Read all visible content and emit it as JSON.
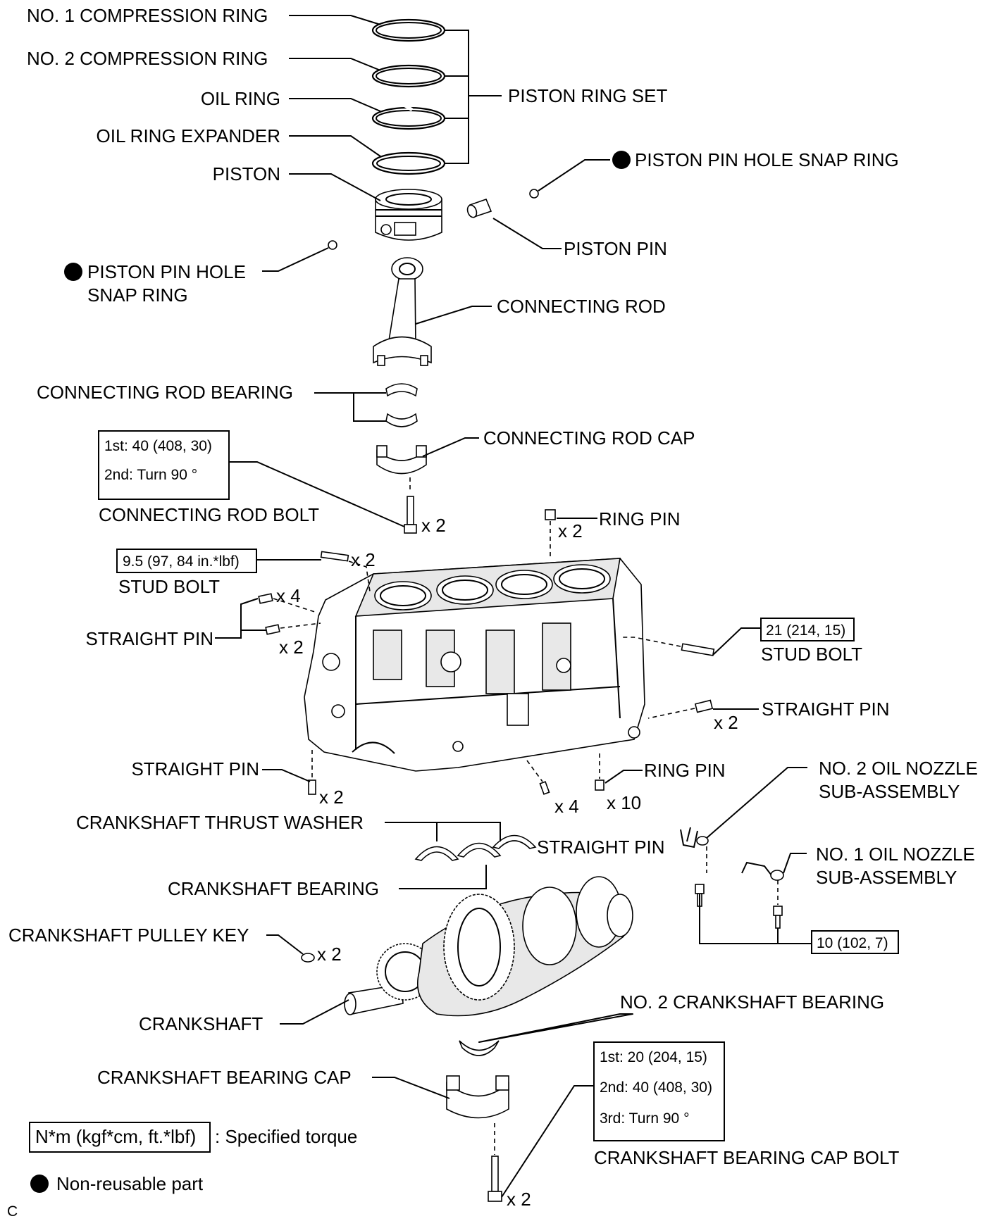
{
  "labels": {
    "no1_compression_ring": "NO. 1 COMPRESSION RING",
    "no2_compression_ring": "NO. 2 COMPRESSION RING",
    "oil_ring": "OIL RING",
    "oil_ring_expander": "OIL RING EXPANDER",
    "piston": "PISTON",
    "piston_ring_set": "PISTON RING SET",
    "snap_ring_right": "PISTON PIN HOLE SNAP RING",
    "piston_pin": "PISTON PIN",
    "snap_ring_left_1": "PISTON PIN HOLE",
    "snap_ring_left_2": "SNAP RING",
    "connecting_rod": "CONNECTING ROD",
    "connecting_rod_bearing": "CONNECTING ROD BEARING",
    "connecting_rod_cap": "CONNECTING ROD CAP",
    "connecting_rod_bolt": "CONNECTING ROD BOLT",
    "ring_pin_top": "RING PIN",
    "stud_bolt_left": "STUD BOLT",
    "stud_bolt_right": "STUD BOLT",
    "straight_pin_left": "STRAIGHT PIN",
    "straight_pin_right": "STRAIGHT PIN",
    "straight_pin_bottom_left": "STRAIGHT PIN",
    "ring_pin_bottom": "RING PIN",
    "no2_oil_nozzle_1": "NO. 2 OIL NOZZLE",
    "no2_oil_nozzle_2": "SUB-ASSEMBLY",
    "crankshaft_thrust_washer": "CRANKSHAFT THRUST WASHER",
    "straight_pin_bottom_mid": "STRAIGHT PIN",
    "no1_oil_nozzle_1": "NO. 1 OIL NOZZLE",
    "no1_oil_nozzle_2": "SUB-ASSEMBLY",
    "crankshaft_bearing": "CRANKSHAFT BEARING",
    "crankshaft_pulley_key": "CRANKSHAFT PULLEY KEY",
    "no2_crankshaft_bearing": "NO. 2 CRANKSHAFT BEARING",
    "crankshaft": "CRANKSHAFT",
    "crankshaft_bearing_cap": "CRANKSHAFT BEARING CAP",
    "crankshaft_bearing_cap_bolt": "CRANKSHAFT BEARING CAP BOLT"
  },
  "quantities": {
    "rod_bolt": "x 2",
    "ring_pin_top": "x 2",
    "stud_bolt_left": "x 2",
    "straight_pin_left_top": "x 4",
    "straight_pin_left_bottom": "x 2",
    "straight_pin_right": "x 2",
    "straight_pin_bottom_left": "x 2",
    "straight_pin_bottom_mid": "x 4",
    "ring_pin_bottom": "x 10",
    "pulley_key": "x 2",
    "cap_bolt": "x 2"
  },
  "torques": {
    "rod_bolt_1": "1st: 40 (408, 30)",
    "rod_bolt_2": "2nd:  Turn 90 °",
    "stud_left": "9.5 (97, 84 in.*lbf)",
    "stud_right": "21 (214, 15)",
    "oil_nozzle": "10 (102, 7)",
    "cap_bolt_1": "1st: 20 (204, 15)",
    "cap_bolt_2": "2nd: 40 (408, 30)",
    "cap_bolt_3": "3rd:  Turn 90 °"
  },
  "legend": {
    "torque_box": "N*m (kgf*cm, ft.*lbf)",
    "torque_text": ": Specified torque",
    "nonreusable_text": "Non-reusable part"
  },
  "corner_mark": "C"
}
